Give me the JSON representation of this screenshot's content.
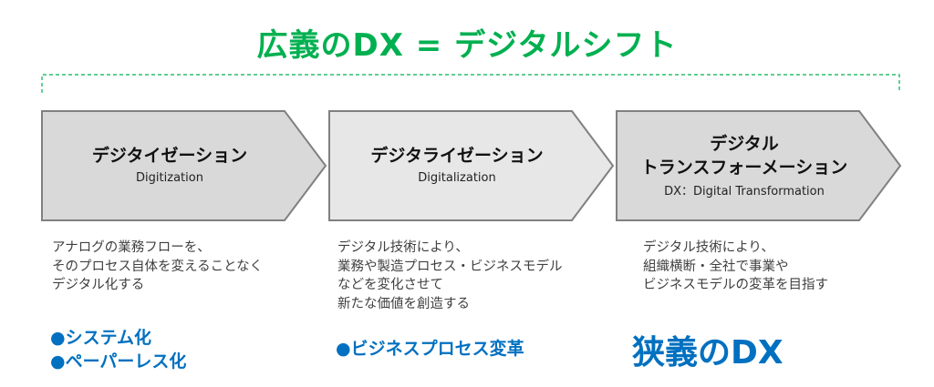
{
  "title": "広義のDX = デジタルシフト",
  "steps": [
    {
      "jp": "デジタイゼーション",
      "en": "Digitization",
      "description": [
        "アナログの業務フローを、",
        "そのプロセス自体を変えることなく",
        "デジタル化する"
      ],
      "bullets": [
        "●システム化",
        "●ペーパーレス化"
      ]
    },
    {
      "jp": "デジタライゼーション",
      "en": "Digitalization",
      "description": [
        "デジタル技術により、",
        "業務や製造プロセス・ビジネスモデル",
        "などを変化させて",
        "新たな価値を創造する"
      ],
      "bullets": [
        "●ビジネスプロセス変革"
      ]
    },
    {
      "jp_line1": "デジタル",
      "jp_line2": "トランスフォーメーション",
      "en": "DX：Digital Transformation",
      "description": [
        "デジタル技術により、",
        "組織横断・全社で事業や",
        "ビジネスモデルの変革を目指す"
      ],
      "highlight": "狭義のDX"
    }
  ],
  "colors": {
    "green": "#00b050",
    "blue": "#0070c0",
    "arrow_fill_1": "#d9d9d9",
    "arrow_fill_2": "#e7e7e7",
    "arrow_fill_3": "#d9d9d9",
    "arrow_stroke": "#808080"
  }
}
